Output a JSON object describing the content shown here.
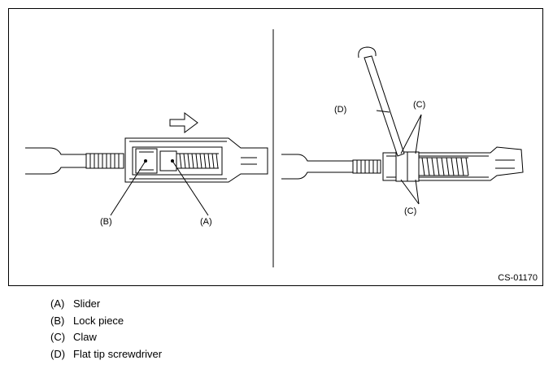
{
  "figure": {
    "code": "CS-01170",
    "left_view": {
      "label_b": "(B)",
      "label_a": "(A)"
    },
    "right_view": {
      "label_d": "(D)",
      "label_c_top": "(C)",
      "label_c_bottom": "(C)"
    }
  },
  "legend": {
    "items": [
      {
        "key": "(A)",
        "text": "Slider"
      },
      {
        "key": "(B)",
        "text": "Lock piece"
      },
      {
        "key": "(C)",
        "text": "Claw"
      },
      {
        "key": "(D)",
        "text": "Flat tip screwdriver"
      }
    ]
  }
}
